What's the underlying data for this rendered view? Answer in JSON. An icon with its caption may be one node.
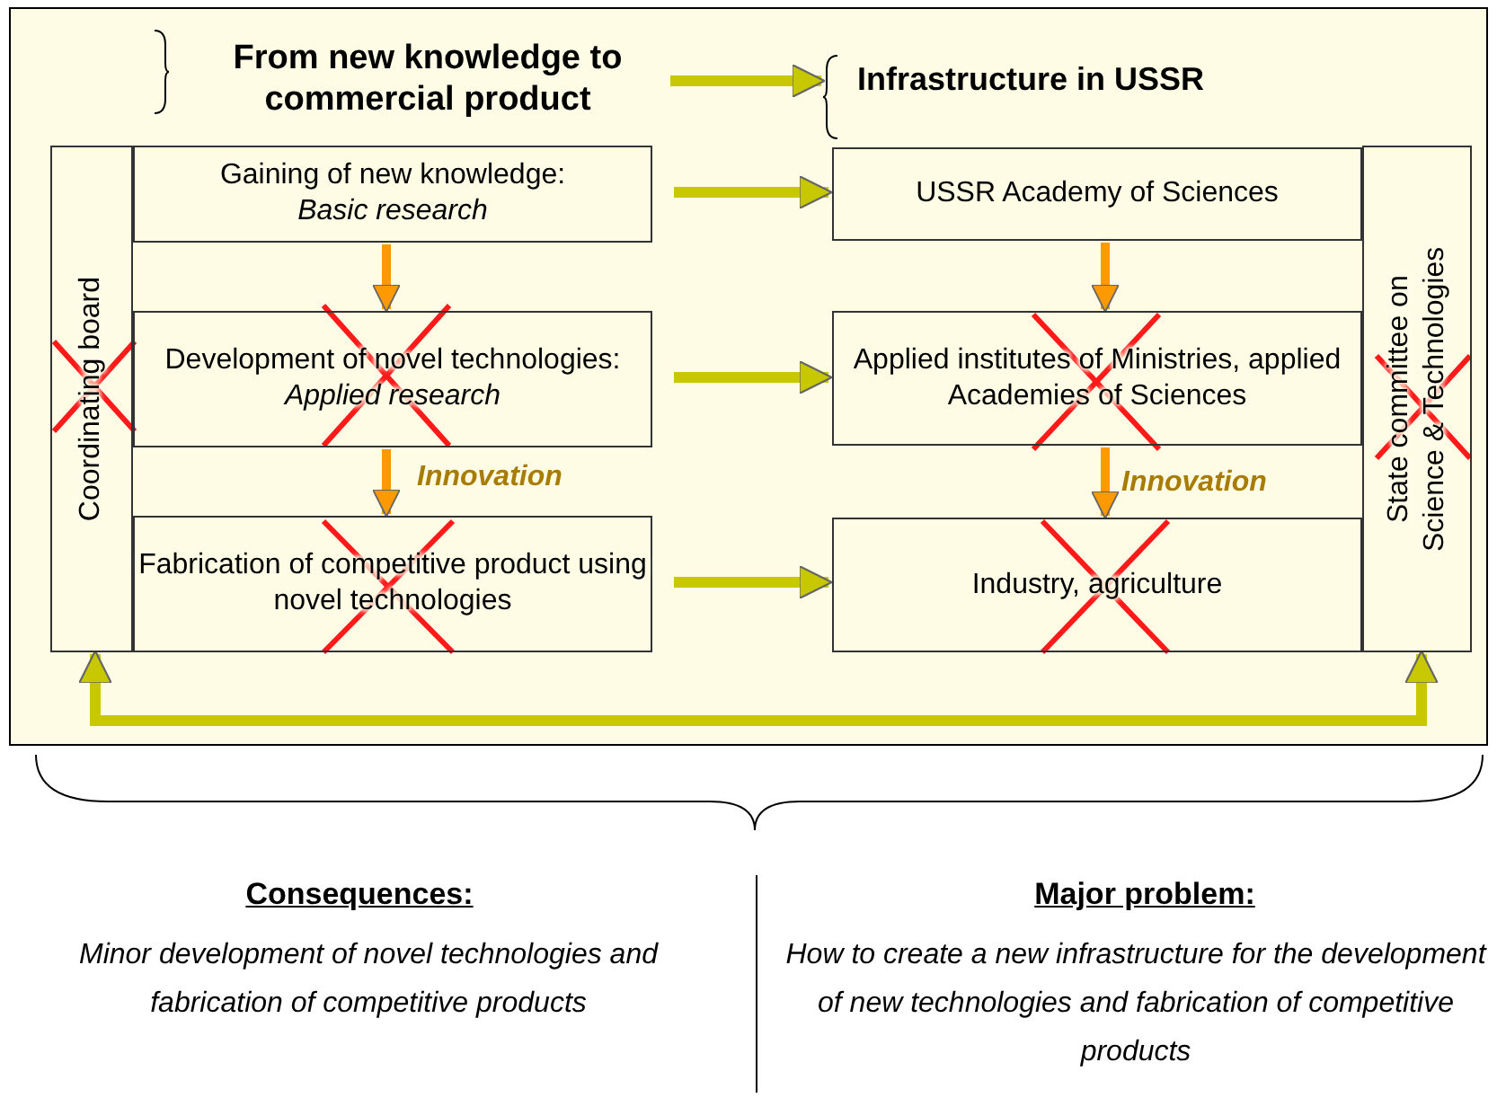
{
  "diagram": {
    "nodes": [
      {
        "text": [
          "From new knowledge to commercial product"
        ]
      },
      {
        "text": [
          "Infrastructure in USSR"
        ]
      },
      {
        "text": [
          "Coordinating board"
        ]
      },
      {
        "text": [
          "Gaining of new knowledge:",
          "Basic research"
        ]
      },
      {
        "text": [
          "Development of novel technologies:",
          "Applied research"
        ]
      },
      {
        "text": [
          "Fabrication of competitive product using novel technologies"
        ]
      },
      {
        "text": [
          "USSR Academy of Sciences"
        ]
      },
      {
        "text": [
          "Applied institutes of Ministries, applied Academies of Sciences"
        ]
      },
      {
        "text": [
          "Industry, agriculture"
        ]
      },
      {
        "text": [
          "State committee on Science & Technologies"
        ]
      }
    ],
    "edges": [
      {
        "from": 0,
        "to": 1,
        "arrow": "to"
      },
      {
        "from": 3,
        "to": 4,
        "arrow": "to",
        "color": "#ff9900"
      },
      {
        "from": 4,
        "to": 5,
        "arrow": "to",
        "color": "#ff9900"
      },
      {
        "from": 3,
        "to": 6,
        "arrow": "to"
      },
      {
        "from": 4,
        "to": 7,
        "arrow": "to"
      },
      {
        "from": 5,
        "to": 8,
        "arrow": "to"
      },
      {
        "from": 6,
        "to": 7,
        "arrow": "to",
        "color": "#ff9900"
      },
      {
        "from": 7,
        "to": 8,
        "arrow": "to",
        "color": "#ff9900"
      },
      {
        "from": 2,
        "to": 9,
        "arrow": "both"
      }
    ],
    "labels": [
      "Innovation",
      "Innovation",
      "Consequences:",
      "Minor development of novel technologies and fabrication of competitive products",
      "Major problem:",
      "How to create a new infrastructure for the development of new technologies and fabrication of competitive products"
    ]
  }
}
